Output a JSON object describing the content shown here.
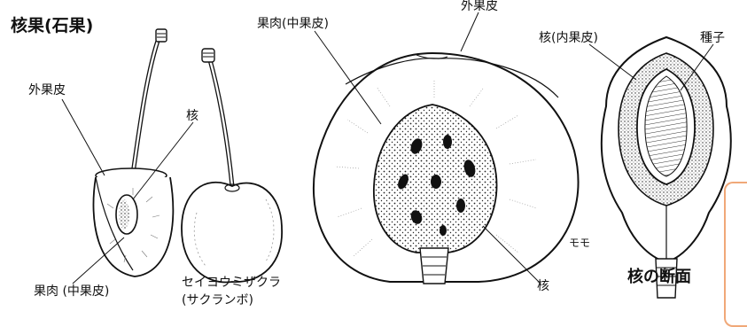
{
  "title": "核果(石果)",
  "section_title": "核の断面",
  "labels": {
    "cherry_exocarp": "外果皮",
    "cherry_pit": "核",
    "cherry_mesocarp": "果肉 (中果皮)",
    "cherry_species_line1": "セイヨウミザクラ",
    "cherry_species_line2": "(サクランボ)",
    "peach_mesocarp": "果肉(中果皮)",
    "peach_exocarp": "外果皮",
    "peach_pit": "核",
    "peach_name": "モモ",
    "section_endocarp": "核(内果皮)",
    "section_seed": "種子"
  },
  "colors": {
    "line": "#111111",
    "accent_box": "#f0a878",
    "peach_flesh": "#ffffff"
  }
}
